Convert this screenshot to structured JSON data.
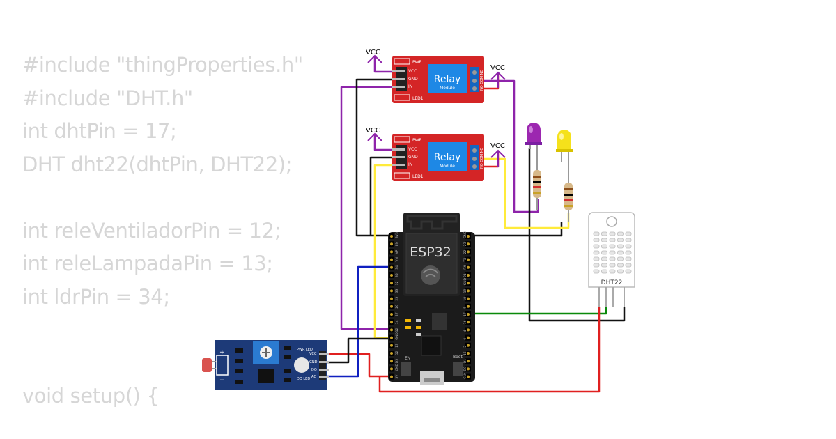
{
  "code_lines": [
    "#include \"thingProperties.h\"",
    "#include \"DHT.h\"",
    "int dhtPin = 17;",
    "DHT dht22(dhtPin, DHT22);",
    "",
    "int releVentiladorPin = 12;",
    "int releLampadaPin = 13;",
    "int ldrPin = 34;",
    "",
    "",
    "void setup() {"
  ],
  "relay_top": {
    "title": "Relay",
    "subtitle": "Module",
    "pwr": "PWR",
    "led": "LED1",
    "pins": [
      "VCC",
      "GND",
      "IN"
    ],
    "terminals": "NO COM NC"
  },
  "relay_bottom": {
    "title": "Relay",
    "subtitle": "Module",
    "pwr": "PWR",
    "led": "LED1",
    "pins": [
      "VCC",
      "GND",
      "IN"
    ],
    "terminals": "NO COM NC"
  },
  "vcc_labels": [
    "VCC",
    "VCC",
    "VCC",
    "VCC"
  ],
  "esp32": {
    "name": "ESP32",
    "en": "EN",
    "boot": "Boot",
    "left_pins": [
      "3V3",
      "EN",
      "VP",
      "VN",
      "34",
      "35",
      "32",
      "33",
      "25",
      "26",
      "27",
      "14",
      "12",
      "GND",
      "13",
      "D2",
      "D3",
      "CMD",
      "5V"
    ],
    "right_pins": [
      "GND",
      "23",
      "22",
      "TX",
      "RX",
      "21",
      "GND",
      "19",
      "18",
      "5",
      "17",
      "16",
      "4",
      "0",
      "2",
      "15",
      "D1",
      "D0",
      "CLK"
    ]
  },
  "dht22": {
    "label": "DHT22"
  },
  "ldr": {
    "pwr": "PWR LED",
    "do": "DO LED",
    "pins": [
      "VCC",
      "GND",
      "DO",
      "AO"
    ],
    "plus": "+",
    "minus": "−"
  },
  "colors": {
    "code": "#d6d6d6",
    "relay_board": "#d42526",
    "relay_body": "#1e88e5",
    "esp_board": "#1b1b1b",
    "ldr_board": "#1d3a78",
    "wire_purple": "#8e24aa",
    "wire_yellow": "#ffeb3b",
    "wire_black": "#111111",
    "wire_red": "#e02020",
    "wire_blue": "#1020c0",
    "wire_green": "#0a8a0a",
    "led_purple": "#9c27b0",
    "led_yellow": "#f5e11b"
  }
}
